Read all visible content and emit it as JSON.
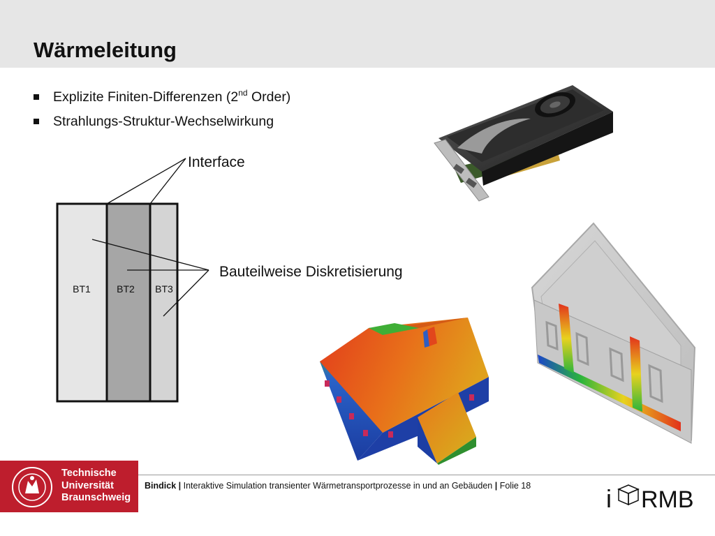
{
  "slide": {
    "title": "Wärmeleitung",
    "bullets": [
      {
        "text_before": "Explizite Finiten-Differenzen (2",
        "superscript": "nd",
        "text_after": " Order)"
      },
      {
        "text": "Strahlungs-Struktur-Wechselwirkung"
      }
    ]
  },
  "diagram": {
    "interface_label": "Interface",
    "discretization_label": "Bauteilweise Diskretisierung",
    "parts": [
      {
        "label": "BT1",
        "color": "#e6e6e6"
      },
      {
        "label": "BT2",
        "color": "#a6a6a6"
      },
      {
        "label": "BT3",
        "color": "#d4d4d4"
      }
    ]
  },
  "images": {
    "gpu": "graphics-card-photo",
    "house_sim": "house-temperature-simulation",
    "wall_sim": "wall-section-temperature-simulation"
  },
  "footer": {
    "author": "Bindick",
    "separator": "|",
    "title": "Interaktive Simulation transienter Wärmetransportprozesse in und an Gebäuden",
    "slide_label": "Folie 18"
  },
  "logos": {
    "university": [
      "Technische",
      "Universität",
      "Braunschweig"
    ],
    "institute_left": "i",
    "institute_right": "RMB",
    "brand_color": "#be1e2d"
  }
}
